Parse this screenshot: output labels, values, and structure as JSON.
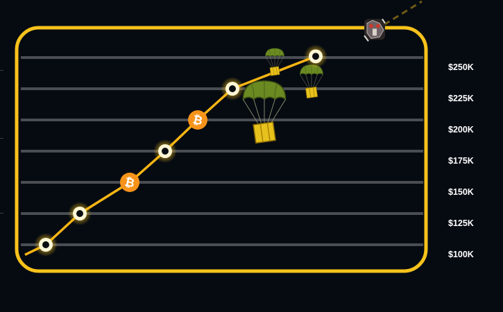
{
  "chart_data": {
    "type": "line",
    "title": "",
    "xlabel": "",
    "ylabel": "",
    "y_ticks": [
      "$100K",
      "$125K",
      "$150K",
      "$175K",
      "$200K",
      "$225K",
      "$250K"
    ],
    "y_values": [
      100000,
      125000,
      150000,
      175000,
      200000,
      225000,
      250000
    ],
    "ylim": [
      100000,
      250000
    ],
    "grid": true,
    "series": [
      {
        "points": [
          {
            "x": 0,
            "y": 92000,
            "marker": "none"
          },
          {
            "x": 1,
            "y": 100000,
            "marker": "ring"
          },
          {
            "x": 2,
            "y": 125000,
            "marker": "ring"
          },
          {
            "x": 3,
            "y": 150000,
            "marker": "bitcoin"
          },
          {
            "x": 4,
            "y": 175000,
            "marker": "ring"
          },
          {
            "x": 5,
            "y": 200000,
            "marker": "bitcoin"
          },
          {
            "x": 6,
            "y": 225000,
            "marker": "ring"
          },
          {
            "x": 7,
            "y": 251000,
            "marker": "ring"
          },
          {
            "x": 8,
            "y": 272000,
            "marker": "rocket-icon"
          }
        ]
      }
    ],
    "decorations": [
      "parachute-crate-icon",
      "parachute-crate-icon",
      "parachute-crate-icon"
    ]
  },
  "colors": {
    "background": "#060b12",
    "frame": "#f7c21b",
    "line": "#f7b514",
    "grid": "#4a4d52",
    "bitcoin": "#f7931a",
    "parachute": "#6b8a22",
    "crate": "#e8c21c",
    "label": "#ffffff"
  },
  "icons": {
    "marker_ring": "glowing-ring-icon",
    "marker_coin": "bitcoin-icon",
    "end_marker": "rocket-icon",
    "drops": "parachute-crate-icon"
  },
  "bitcoin_symbol": "₿"
}
